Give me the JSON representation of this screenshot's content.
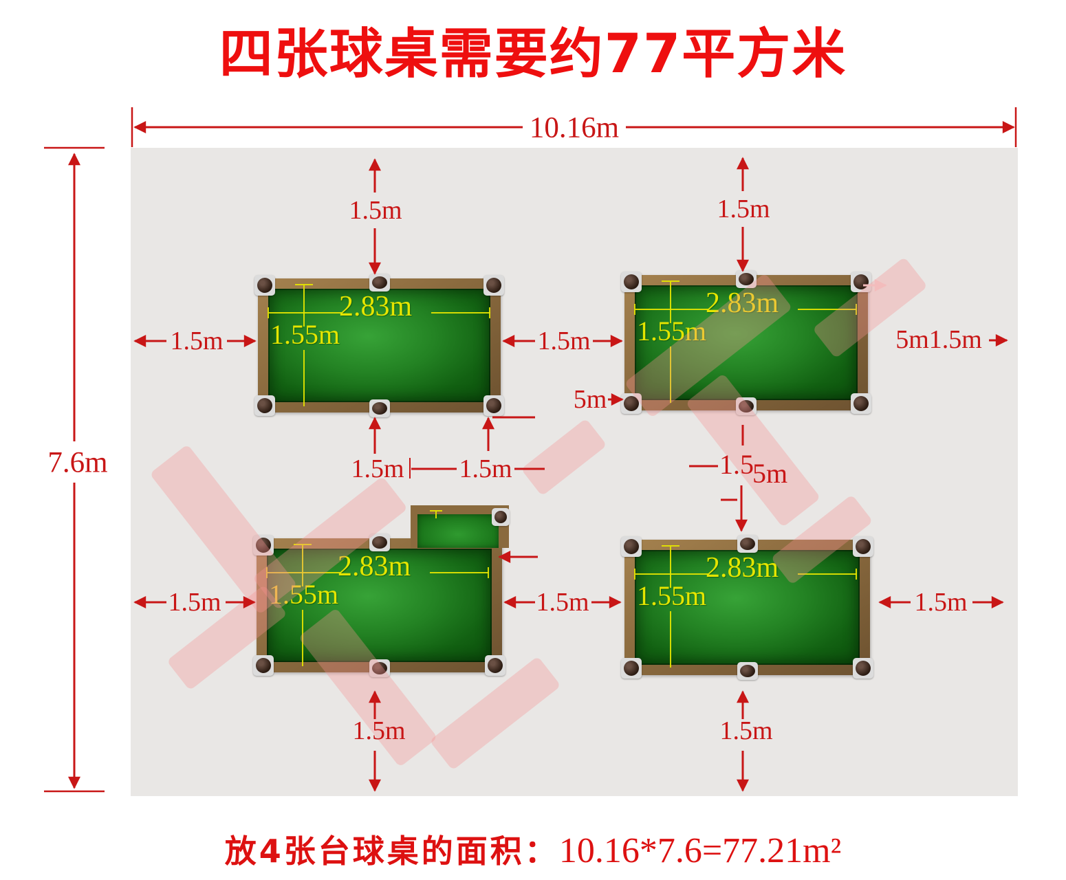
{
  "title": "四张球桌需要约77平方米",
  "room": {
    "width_label": "10.16m",
    "height_label": "7.6m"
  },
  "tables": {
    "top_left": {
      "length": "2.83m",
      "width": "1.55m"
    },
    "top_right": {
      "length": "2.83m",
      "width": "1.55m"
    },
    "bottom_left": {
      "length": "2.83m",
      "width": "1.55m"
    },
    "bottom_right": {
      "length": "2.83m",
      "width": "1.55m"
    }
  },
  "clearances": {
    "above_top_left": "1.5m",
    "above_top_right": "1.5m",
    "left_of_top_left": "1.5m",
    "between_top": "1.5m",
    "right_of_top_right": "5m1.5m",
    "five_m": "5m",
    "below_top_left_a": "1.5m",
    "below_top_left_b": "1.5m",
    "mid_right_a": "1.5",
    "mid_right_b": "5m",
    "left_of_bottom_left": "1.5m",
    "between_bottom": "1.5m",
    "right_of_bottom_right": "1.5m",
    "below_bottom_left": "1.5m",
    "below_bottom_right": "1.5m"
  },
  "footer": {
    "prefix": "放4张台球桌的面积：",
    "formula": "10.16*7.6=77.21m²"
  },
  "colors": {
    "accent_red": "#c81616",
    "title_red": "#ee0f0f",
    "dim_yellow": "#e5e500",
    "cloth_green": "#1d7a1d",
    "wood_brown": "#8a6a3e",
    "room_gray": "#e9e7e5"
  }
}
